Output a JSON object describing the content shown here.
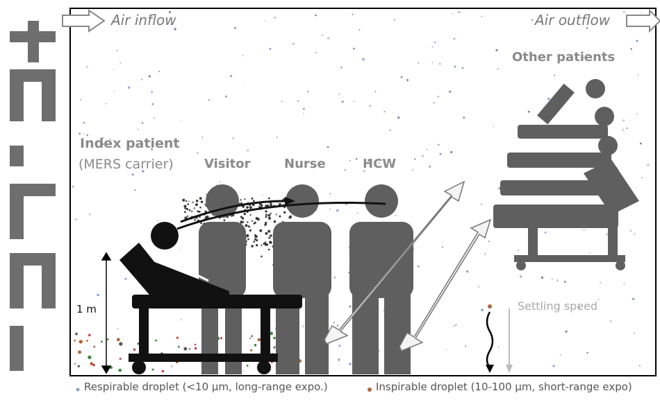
{
  "flow": {
    "inflow_label": "Air inflow",
    "outflow_label": "Air outflow"
  },
  "people": {
    "index_patient_label": "Index patient",
    "index_patient_sub": "(MERS carrier)",
    "visitor_label": "Visitor",
    "nurse_label": "Nurse",
    "hcw_label": "HCW",
    "other_patients_label": "Other patients"
  },
  "annotations": {
    "height_label": "1 m",
    "settling_label": "Settling speed"
  },
  "legend": {
    "respirable": "Respirable droplet (<10 µm, long-range expo.)",
    "inspirable": "Inspirable droplet (10-100 µm, short-range expo)"
  },
  "colors": {
    "figure_gray": "#5f5f5f",
    "bed_black": "#111111",
    "arrow_outline": "#777777",
    "label_gray": "#8a8a8a",
    "respirable_dot": "#8fa3c8",
    "inspirable_dot": "#b0643a"
  }
}
